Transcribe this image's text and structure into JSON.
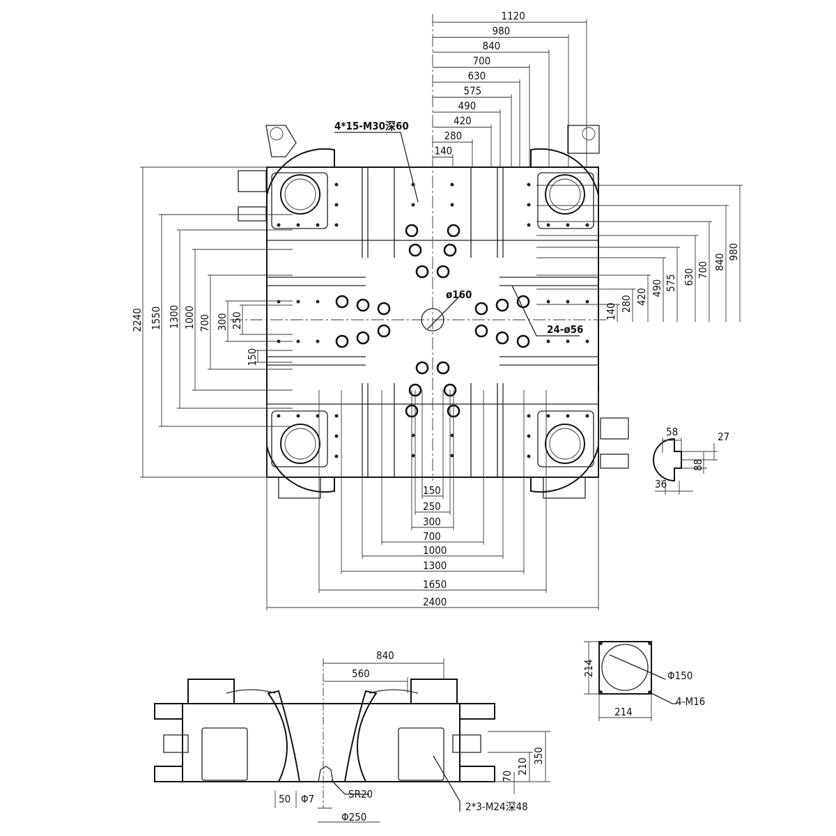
{
  "top_dims": [
    "1120",
    "980",
    "840",
    "700",
    "630",
    "575",
    "490",
    "420",
    "280",
    "140"
  ],
  "right_dims": [
    "980",
    "840",
    "700",
    "630",
    "575",
    "490",
    "420",
    "280",
    "140"
  ],
  "left_dims": [
    "2240",
    "1550",
    "1300",
    "1000",
    "700",
    "300",
    "250",
    "150"
  ],
  "bottom_dims": [
    "150",
    "250",
    "300",
    "700",
    "1000",
    "1300",
    "1650",
    "2400"
  ],
  "annotations": {
    "tapped_holes": "4*15-M30深60",
    "center_hole": "ø160",
    "bolt_holes": "24-ø56"
  },
  "slot_detail": {
    "w58": "58",
    "d27": "27",
    "h88": "88",
    "w36": "36"
  },
  "flange_detail": {
    "side_v": "214",
    "side_h": "214",
    "circle": "Φ150",
    "holes": "4-M16"
  },
  "section": {
    "d840": "840",
    "d560": "560",
    "h350": "350",
    "h210": "210",
    "h70": "70",
    "d50": "50",
    "phi7": "Φ7",
    "sr20": "SR20",
    "phi250": "Φ250",
    "tap": "2*3-M24深48"
  }
}
